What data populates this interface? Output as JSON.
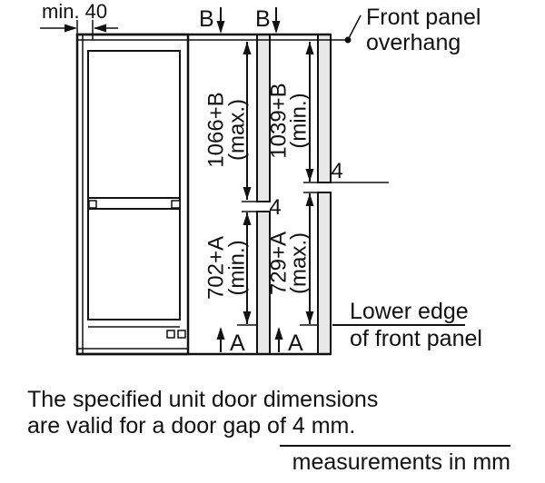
{
  "colors": {
    "ink": "#111111",
    "panel_fill": "#e8e8e8",
    "background": "#ffffff"
  },
  "annotations": {
    "min_gap": "min. 40",
    "b_top_left": "B",
    "b_top_right": "B",
    "overhang_line1": "Front panel",
    "overhang_line2": "overhang",
    "gap_left": "4",
    "gap_right": "4",
    "a_bottom_left": "A",
    "a_bottom_right": "A",
    "lower_edge_line1": "Lower edge",
    "lower_edge_line2": "of front panel"
  },
  "dimensions": {
    "upper_left_value": "1066+B",
    "upper_left_qual": "(max.)",
    "upper_right_value": "1039+B",
    "upper_right_qual": "(min.)",
    "lower_left_value": "702+A",
    "lower_left_qual": "(min.)",
    "lower_right_value": "729+A",
    "lower_right_qual": "(max.)"
  },
  "footer": {
    "note_line1": "The specified unit door dimensions",
    "note_line2": "are valid for a door gap of 4 mm.",
    "units_label": "measurements in mm"
  }
}
